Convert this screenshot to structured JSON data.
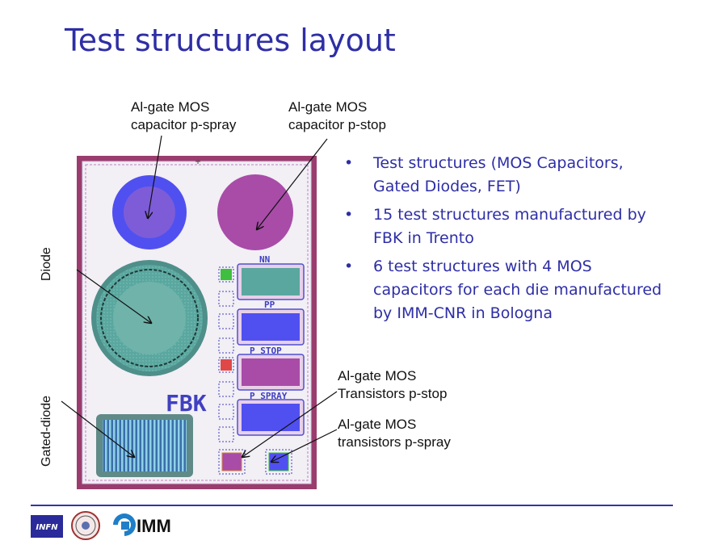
{
  "title": "Test structures layout",
  "labels": {
    "pspray_cap": [
      "Al-gate MOS",
      "capacitor p-spray"
    ],
    "pstop_cap": [
      "Al-gate MOS",
      "capacitor p-stop"
    ],
    "diode": "Diode",
    "gated_diode": "Gated-diode",
    "pstop_tr": [
      "Al-gate MOS",
      "Transistors p-stop"
    ],
    "pspray_tr": [
      "Al-gate MOS",
      "transistors p-spray"
    ]
  },
  "bullets": [
    "Test structures (MOS Capacitors, Gated Diodes, FET)",
    "15 test structures manufactured by FBK in Trento",
    "6 test structures with 4 MOS capacitors for each die manufactured by IMM-CNR in Bologna"
  ],
  "chip_text": {
    "nn": "NN",
    "pp": "PP",
    "pstop": "P STOP",
    "pspray": "P SPRAY",
    "fbk": "FBK"
  },
  "logos": {
    "infn": "INFN",
    "imm": "IMM"
  },
  "colors": {
    "title": "#2e2ea6",
    "die_frame": "#9a3d6e",
    "chip_bg": "#f2eff5",
    "blue": "#5050f0",
    "purple": "#a84ca8",
    "teal": "#5aa79f",
    "divider": "#3333aa"
  }
}
